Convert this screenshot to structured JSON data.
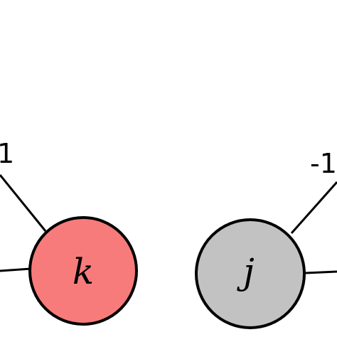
{
  "nodes": {
    "k": {
      "label": "k",
      "fill": "#f87b7b"
    },
    "j": {
      "label": "j",
      "fill": "#c2c2c2"
    }
  },
  "edge_labels": {
    "left": "1",
    "right": "-1"
  }
}
